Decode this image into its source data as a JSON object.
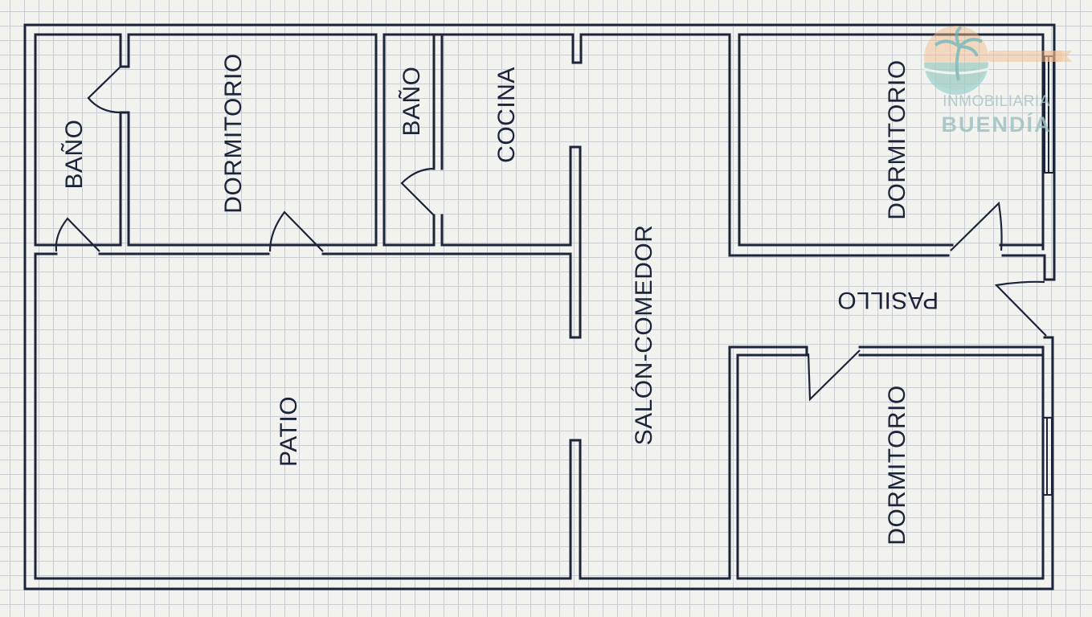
{
  "rooms": {
    "bano_1": "BAÑO",
    "dormitorio_1": "DORMITORIO",
    "bano_2": "BAÑO",
    "cocina": "COCINA",
    "salon_comedor": "SALÓN-COMEDOR",
    "dormitorio_2": "DORMITORIO",
    "pasillo": "PASILLO",
    "dormitorio_3": "DORMITORIO",
    "patio": "PATIO"
  },
  "logo": {
    "line1": "INMOBILIARIA",
    "line2": "BUENDÍA"
  },
  "colors": {
    "wall": "#1b2438",
    "grid": "#c9ccd0",
    "background": "#f2f2ef",
    "logo_orange": "#f4b98a",
    "logo_teal": "#8fd0cc"
  }
}
